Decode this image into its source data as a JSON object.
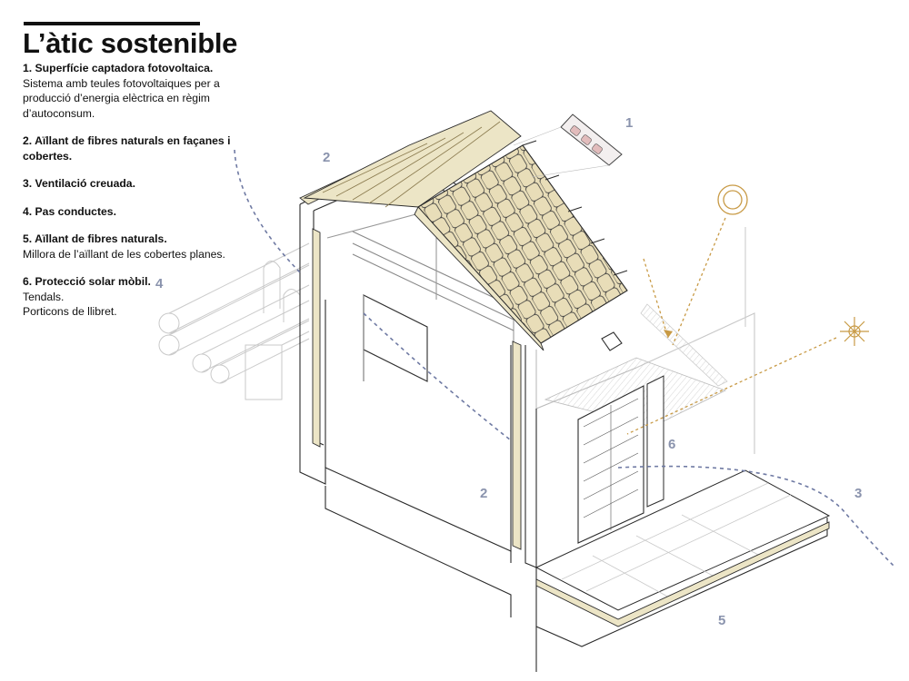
{
  "title": "L’àtic sostenible",
  "legend": [
    {
      "head": "1. Superfície captadora fotovoltaica.",
      "lines": [
        "Sistema amb teules fotovoltaiques per a",
        "producció d’energia elèctrica en règim",
        "d’autoconsum."
      ]
    },
    {
      "head": "2. Aïllant de fibres naturals en façanes i cobertes.",
      "lines": []
    },
    {
      "head": "3. Ventilació creuada.",
      "lines": []
    },
    {
      "head": "4. Pas conductes.",
      "lines": []
    },
    {
      "head": "5. Aïllant de fibres naturals.",
      "lines": [
        "Millora de l’aïllant de les cobertes planes."
      ]
    },
    {
      "head": "6. Protecció solar mòbil.",
      "lines": [
        "Tendals.",
        "Porticons de llibret."
      ]
    }
  ],
  "callouts": {
    "n1": "1",
    "n2_roof": "2",
    "n2_wall": "2",
    "n3": "3",
    "n4": "4",
    "n5": "5",
    "n6": "6"
  },
  "colors": {
    "insulation": "#ece5c6",
    "tiles": "#e8ddb8",
    "pv_cell": "#e2bcbc",
    "airflow": "#6f7aa3",
    "sun_ray": "#c89a45",
    "callout": "#8a93ad",
    "lines": "#2a2a2a"
  },
  "icons": [
    "pv-tile-icon",
    "sun-summer-icon",
    "sun-winter-icon"
  ]
}
